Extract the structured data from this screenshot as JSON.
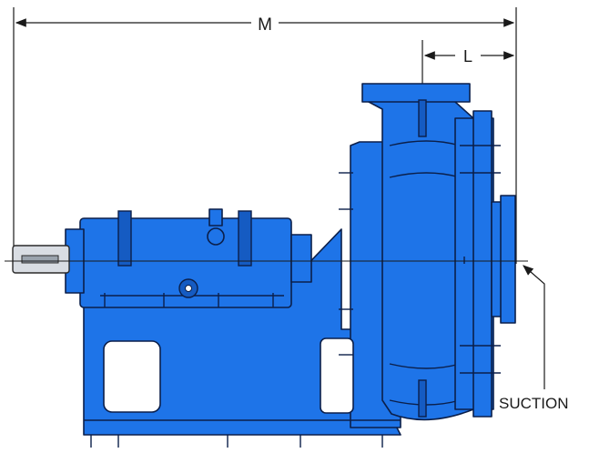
{
  "dimensions": {
    "overall_length_label": "M",
    "suction_offset_label": "L"
  },
  "callouts": {
    "suction_label": "SUCTION"
  },
  "colors": {
    "pump_body": "#1e74e8",
    "outline": "#0b1f4a",
    "shaft": "#d9dde3",
    "background": "#ffffff"
  }
}
